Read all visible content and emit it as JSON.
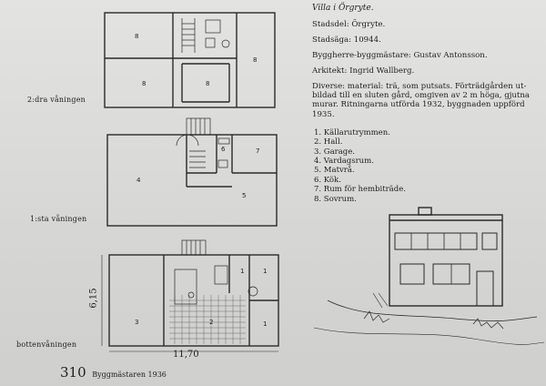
{
  "info": {
    "title": "Villa i Örgryte.",
    "stadsdel": "Stadsdel: Örgryte.",
    "stadsaga": "Stadsäga: 10944.",
    "byggherre": "Byggherre-byggmästare: Gustav Antonsson.",
    "arkitekt": "Arkitekt: Ingrid Wallberg.",
    "diverse": "Diverse: material: trä, som putsats. Förträdgården ut-bildad till en sluten gård, omgiven av 2 m höga, gjutna murar. Ritningarna utförda 1932, byggnaden uppförd 1935."
  },
  "legend": [
    "1. Källarutrymmen.",
    "2. Hall.",
    "3. Garage.",
    "4. Vardagsrum.",
    "5. Matvrå.",
    "6. Kök.",
    "7. Rum för hembiträde.",
    "8. Sovrum."
  ],
  "floors": {
    "second": "2:dra våningen",
    "first": "1:sta våningen",
    "ground": "bottenvåningen"
  },
  "dimensions": {
    "width": "11,70",
    "depth": "6,15"
  },
  "rooms": {
    "upper": [
      "8",
      "8",
      "8",
      "8"
    ],
    "middle": [
      "4",
      "5",
      "6",
      "7"
    ],
    "ground": [
      "3",
      "2",
      "1",
      "1",
      "1"
    ]
  },
  "footer": {
    "page_number": "310",
    "journal": "Byggmästaren 1936"
  }
}
